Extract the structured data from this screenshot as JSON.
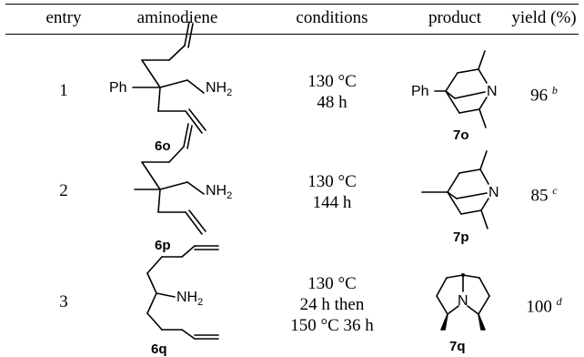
{
  "table": {
    "headers": {
      "entry": "entry",
      "aminodiene": "aminodiene",
      "conditions": "conditions",
      "product": "product",
      "yield": "yield (%)"
    },
    "rows": [
      {
        "entry": "1",
        "aminodiene_label": "6o",
        "aminodiene_substituent": "Ph",
        "amine": "NH",
        "amine_sub": "2",
        "conditions": [
          "130 °C",
          "48 h"
        ],
        "product_label": "7o",
        "product_substituent": "Ph",
        "product_N": "N",
        "yield": "96",
        "note": "b"
      },
      {
        "entry": "2",
        "aminodiene_label": "6p",
        "amine": "NH",
        "amine_sub": "2",
        "conditions": [
          "130 °C",
          "144 h"
        ],
        "product_label": "7p",
        "product_N": "N",
        "yield": "85",
        "note": "c"
      },
      {
        "entry": "3",
        "aminodiene_label": "6q",
        "amine": "NH",
        "amine_sub": "2",
        "conditions": [
          "130 °C",
          "24 h then",
          "150 °C 36 h"
        ],
        "product_label": "7q",
        "product_N": "N",
        "yield": "100",
        "note": "d"
      }
    ]
  }
}
